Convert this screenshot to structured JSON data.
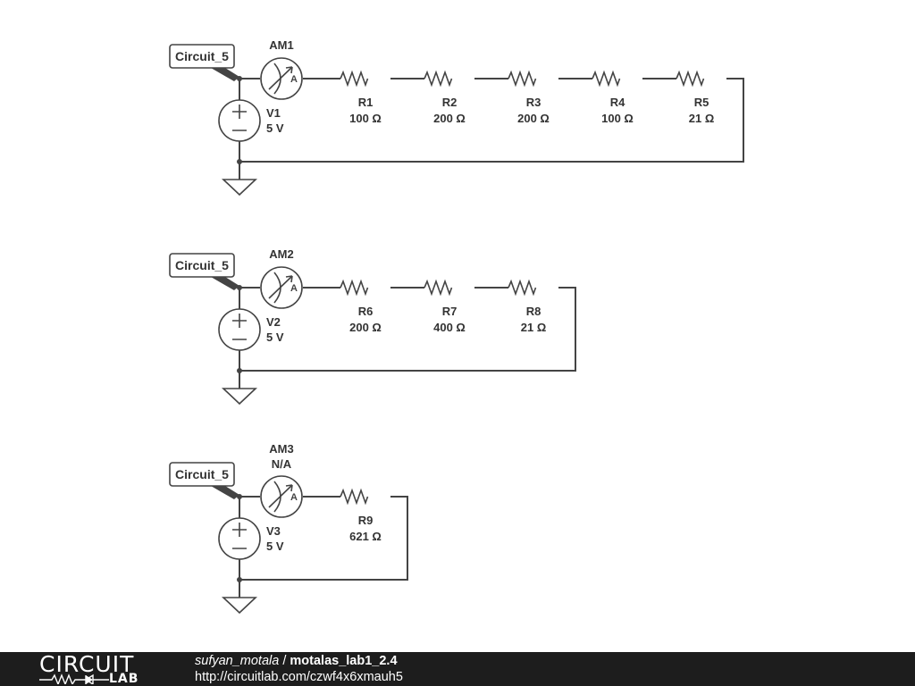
{
  "circuits": [
    {
      "tag": "Circuit_5",
      "ammeter": {
        "name": "AM1",
        "reading": ""
      },
      "source": {
        "name": "V1",
        "value": "5 V"
      },
      "resistors": [
        {
          "name": "R1",
          "value": "100 Ω"
        },
        {
          "name": "R2",
          "value": "200 Ω"
        },
        {
          "name": "R3",
          "value": "200 Ω"
        },
        {
          "name": "R4",
          "value": "100 Ω"
        },
        {
          "name": "R5",
          "value": "21 Ω"
        }
      ]
    },
    {
      "tag": "Circuit_5",
      "ammeter": {
        "name": "AM2",
        "reading": ""
      },
      "source": {
        "name": "V2",
        "value": "5 V"
      },
      "resistors": [
        {
          "name": "R6",
          "value": "200 Ω"
        },
        {
          "name": "R7",
          "value": "400 Ω"
        },
        {
          "name": "R8",
          "value": "21 Ω"
        }
      ]
    },
    {
      "tag": "Circuit_5",
      "ammeter": {
        "name": "AM3",
        "reading": "N/A"
      },
      "source": {
        "name": "V3",
        "value": "5 V"
      },
      "resistors": [
        {
          "name": "R9",
          "value": "621 Ω"
        }
      ]
    }
  ],
  "footer": {
    "logo_top": "CIRCUIT",
    "logo_bottom": "LAB",
    "user": "sufyan_motala",
    "separator": " / ",
    "project": "motalas_lab1_2.4",
    "url": "http://circuitlab.com/czwf4x6xmauh5"
  }
}
